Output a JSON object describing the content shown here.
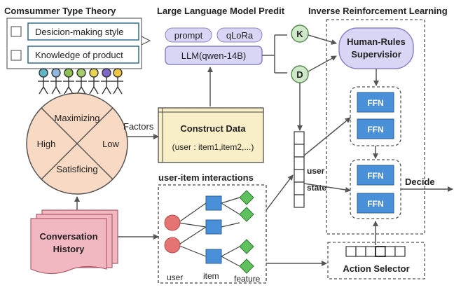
{
  "headers": {
    "consumer_theory": "Comsummer Type Theory",
    "llm_predict": "Large Language Model Predit",
    "irl": "Inverse Reinforcement Learning"
  },
  "consumer": {
    "box1": "Desicion-making style",
    "box2": "Knowledge of product",
    "quadrant_top": "Maximizing",
    "quadrant_left": "High",
    "quadrant_right": "Low",
    "quadrant_bottom": "Satisficing",
    "factors": "Factors"
  },
  "llm": {
    "pill_prompt": "prompt",
    "pill_qlora": "qLoRa",
    "model": "LLM(qwen-14B)",
    "node_k": "K",
    "node_d": "D"
  },
  "construct": {
    "title": "Construct Data",
    "subtitle": "(user : item1,item2,...)"
  },
  "interactions": {
    "title": "user-item interactions",
    "label_user": "user",
    "label_item": "item",
    "label_feature": "feature"
  },
  "history": {
    "line1": "Conversation",
    "line2": "History"
  },
  "irl": {
    "supervisor_line1": "Human-Rules",
    "supervisor_line2": "Supervisior",
    "ffn": "FFN",
    "user_state_line1": "user",
    "user_state_line2": "state",
    "decide": "Decide",
    "action_selector": "Action Selector"
  },
  "colors": {
    "boxBlue": "#2e6f8f",
    "lavender": "#d9d6f5",
    "lavenderStroke": "#8c82c9",
    "green": "#cfe8c9",
    "greenDiamond": "#5fc060",
    "peach": "#f7d9c4",
    "cream": "#f8efc8",
    "ffnBlue": "#4a90d9",
    "pink": "#f2b8c2",
    "red": "#e57373"
  }
}
